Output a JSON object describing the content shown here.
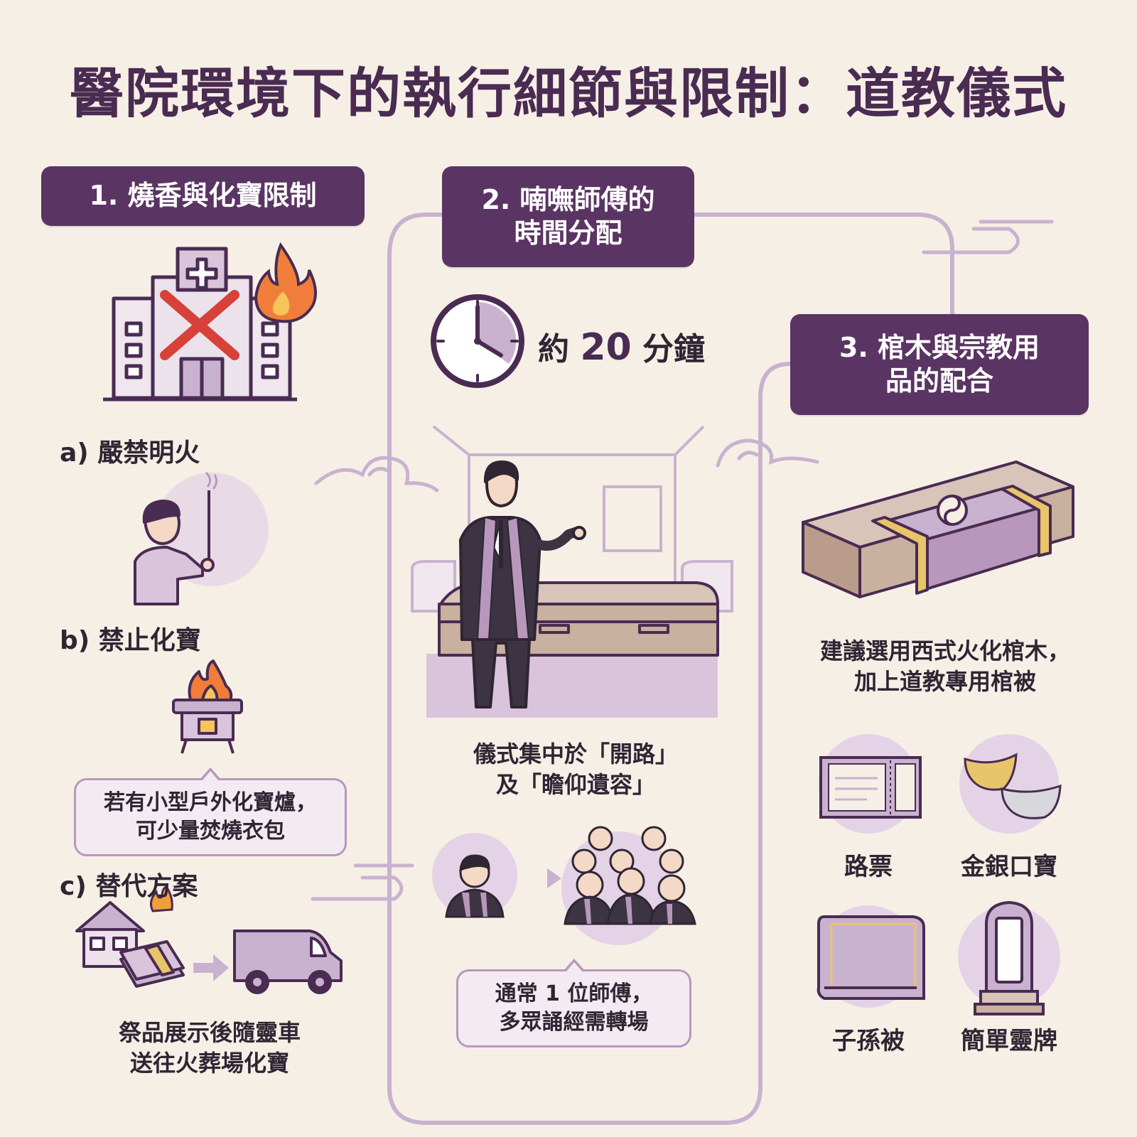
{
  "title": "醫院環境下的執行細節與限制：道教儀式",
  "section1": {
    "heading": "1. 燒香與化寶限制",
    "a_label": "a) 嚴禁明火",
    "b_label": "b) 禁止化寶",
    "b_note_line1": "若有小型戶外化寶爐，",
    "b_note_line2": "可少量焚燒衣包",
    "c_label": "c) 替代方案",
    "c_text_line1": "祭品展示後隨靈車",
    "c_text_line2": "送往火葬場化寶"
  },
  "section2": {
    "heading_line1": "2. 喃嘸師傅的",
    "heading_line2": "時間分配",
    "duration_prefix": "約",
    "duration_value": "20",
    "duration_unit": "分鐘",
    "focus_line1": "儀式集中於「開路」",
    "focus_line2": "及「瞻仰遺容」",
    "note_line1": "通常 1 位師傅，",
    "note_line2": "多眾誦經需轉場"
  },
  "section3": {
    "heading_line1": "3. 棺木與宗教用",
    "heading_line2": "品的配合",
    "advice_line1": "建議選用西式火化棺木，",
    "advice_line2": "加上道教專用棺被",
    "items": [
      "路票",
      "金銀口寶",
      "子孫被",
      "簡單靈牌"
    ]
  },
  "colors": {
    "background": "#f6efe6",
    "primary": "#5a3463",
    "accent_light": "#c9b2cf",
    "gold": "#e8c46a",
    "fire": "#f07e3a"
  },
  "icons": [
    "hospital-icon",
    "fire-icon",
    "prohibited-cross-icon",
    "incense-person-icon",
    "burner-icon",
    "house-icon",
    "money-icon",
    "arrow-icon",
    "van-icon",
    "clock-icon",
    "priest-icon",
    "casket-icon",
    "single-priest-icon",
    "priest-group-icon",
    "taoist-coffin-icon",
    "road-ticket-icon",
    "gold-silver-icon",
    "quilt-icon",
    "spirit-tablet-icon",
    "cloud-icon"
  ]
}
